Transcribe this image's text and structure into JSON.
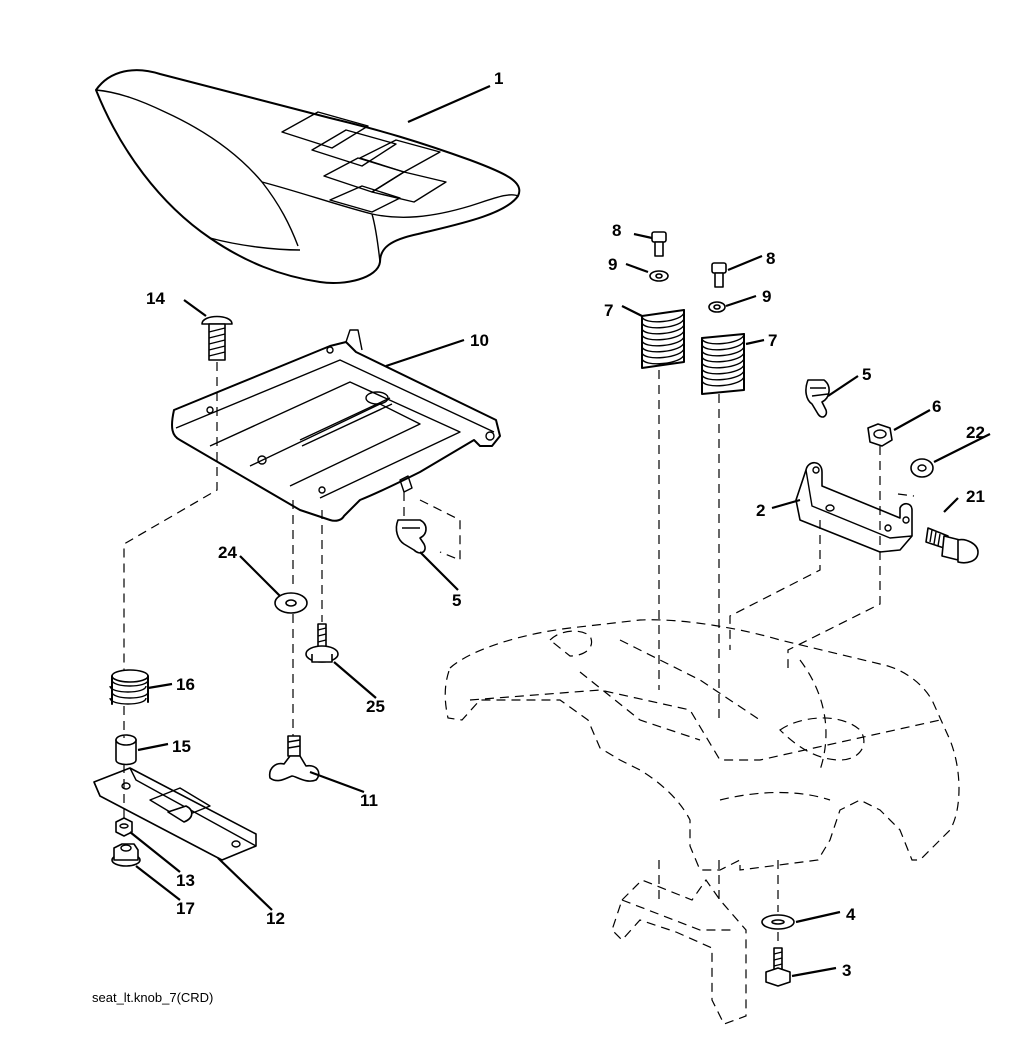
{
  "caption": "seat_lt.knob_7(CRD)",
  "callouts": {
    "c1": "1",
    "c2": "2",
    "c3": "3",
    "c4": "4",
    "c5a": "5",
    "c5b": "5",
    "c6": "6",
    "c7a": "7",
    "c7b": "7",
    "c8a": "8",
    "c8b": "8",
    "c9a": "9",
    "c9b": "9",
    "c10": "10",
    "c11": "11",
    "c12": "12",
    "c13": "13",
    "c14": "14",
    "c15": "15",
    "c16": "16",
    "c17": "17",
    "c21": "21",
    "c22": "22",
    "c24": "24",
    "c25": "25"
  }
}
